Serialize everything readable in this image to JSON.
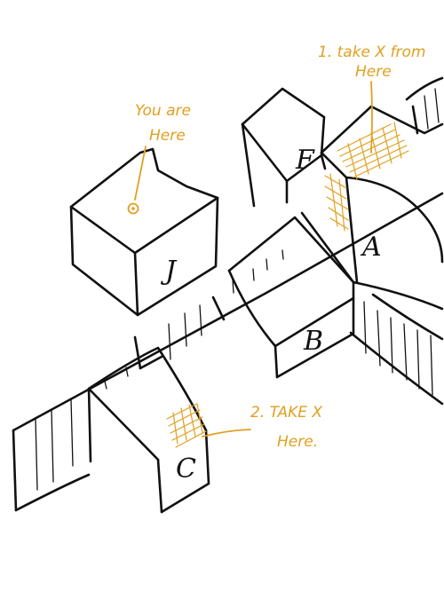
{
  "colors": {
    "ink": "#111111",
    "annotation": "#e0a020",
    "background": "#ffffff"
  },
  "buildings": {
    "j": "J",
    "f": "F",
    "a": "A",
    "b": "B",
    "c": "C"
  },
  "annotations": {
    "you_are_here": {
      "line1": "You are",
      "line2": "Here"
    },
    "step1": {
      "line1": "1. take X from",
      "line2": "Here"
    },
    "step2": {
      "line1": "2. TAKE X",
      "line2": "Here."
    }
  }
}
